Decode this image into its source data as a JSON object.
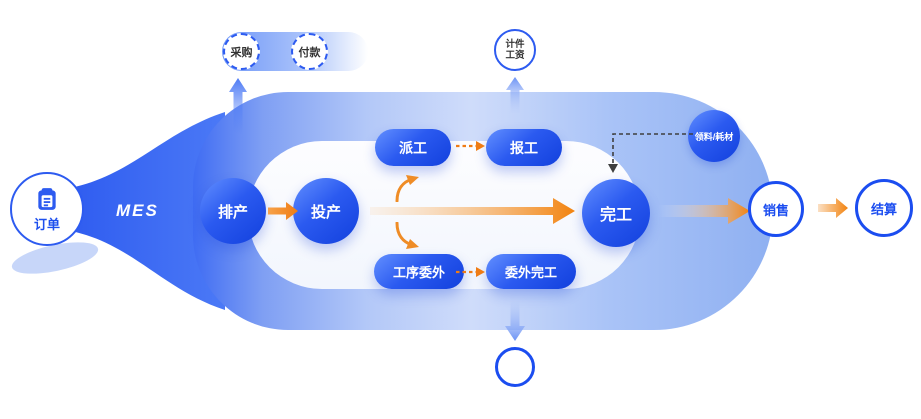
{
  "diagram": {
    "order": {
      "label": "订单",
      "icon": "clipboard-icon"
    },
    "mes": {
      "label": "MES"
    },
    "top_pill": {
      "items": [
        {
          "label": "采购"
        },
        {
          "label": "付款"
        }
      ]
    },
    "piece_wage": {
      "line1": "计件",
      "line2": "工资"
    },
    "flow": {
      "paichan": "排产",
      "touchan": "投产",
      "paigong": "派工",
      "baogong": "报工",
      "gongxu_weiwai": "工序委外",
      "weiwai_wangong": "委外完工",
      "wangong": "完工"
    },
    "material": {
      "label": "领料/耗材"
    },
    "right_flow": {
      "xiaoshou": "销售",
      "jiesuan": "结算"
    },
    "colors": {
      "primary_blue": "#2d5bf0",
      "deep_blue": "#1240dd",
      "light_blue_capsule": "#a9c3f7",
      "inner_capsule": "#f6f8fe",
      "orange": "#f2830f",
      "dark_arrow": "#3f3f3f",
      "ring_blue": "#1b4df0"
    }
  }
}
